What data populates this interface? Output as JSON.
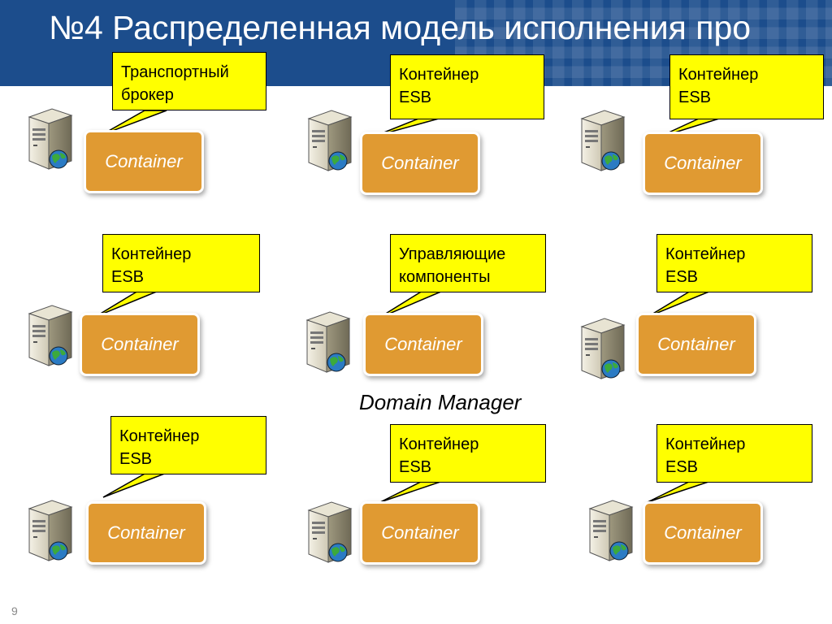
{
  "title": "№4 Распределенная модель исполнения про",
  "domain_manager": "Domain Manager",
  "page_number": "9",
  "nodes": [
    {
      "container": "Container",
      "callout": [
        "Транспортный",
        "брокер"
      ]
    },
    {
      "container": "Container",
      "callout": [
        "Контейнер",
        "ESB"
      ]
    },
    {
      "container": "Container",
      "callout": [
        "Контейнер",
        "ESB"
      ]
    },
    {
      "container": "Container",
      "callout": [
        "Контейнер",
        "ESB"
      ]
    },
    {
      "container": "Container",
      "callout": [
        "Управляющие",
        "компоненты"
      ]
    },
    {
      "container": "Container",
      "callout": [
        "Контейнер",
        "ESB"
      ]
    },
    {
      "container": "Container",
      "callout": [
        "Контейнер",
        "ESB"
      ]
    },
    {
      "container": "Container",
      "callout": [
        "Контейнер",
        "ESB"
      ]
    },
    {
      "container": "Container",
      "callout": [
        "Контейнер",
        "ESB"
      ]
    }
  ]
}
